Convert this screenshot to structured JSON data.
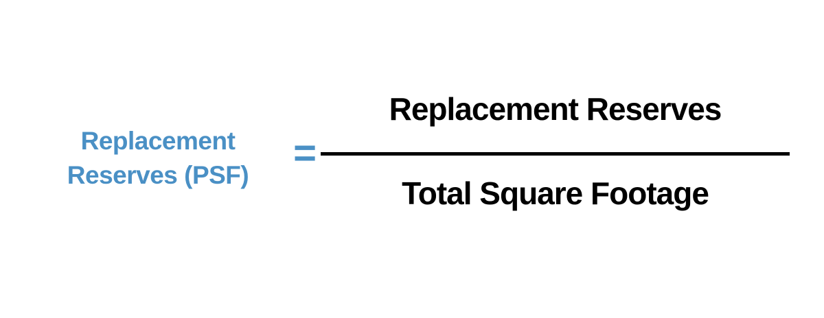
{
  "formula": {
    "result_label_line1": "Replacement",
    "result_label_line2": "Reserves (PSF)",
    "equals_sign": "=",
    "numerator": "Replacement Reserves",
    "denominator": "Total Square Footage"
  },
  "colors": {
    "accent_blue": "#4a90c5",
    "text_black": "#000000",
    "background": "#ffffff"
  }
}
